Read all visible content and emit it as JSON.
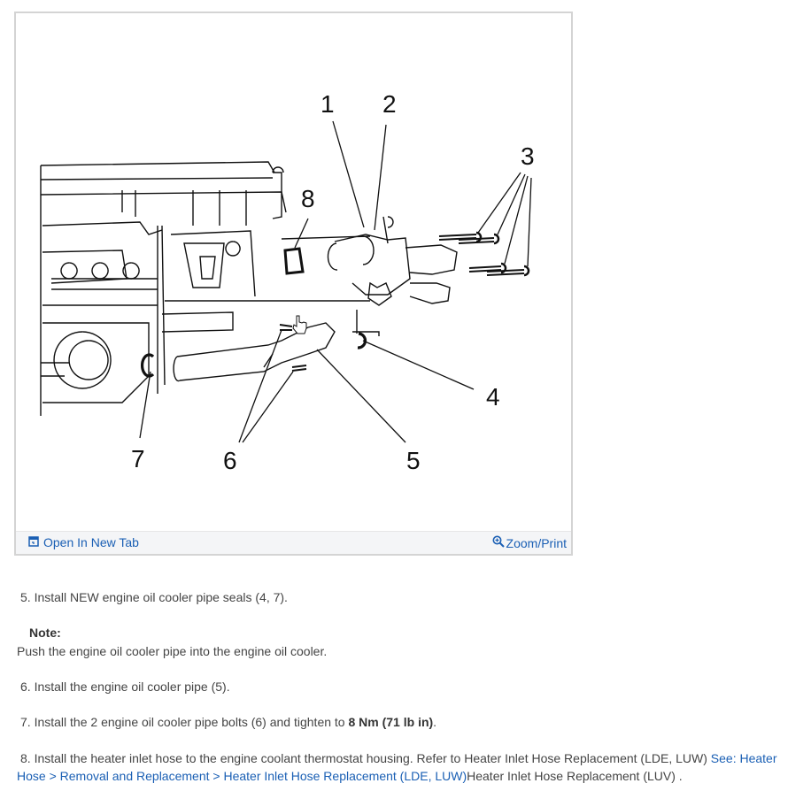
{
  "figure": {
    "callouts": [
      "1",
      "2",
      "3",
      "4",
      "5",
      "6",
      "7",
      "8"
    ],
    "open_tab_label": "Open In New Tab",
    "open_tab_icon": "open-in-new-tab-icon",
    "zoom_label": "Zoom/Print",
    "zoom_icon": "magnifier-plus-icon"
  },
  "steps": {
    "s5": {
      "num": "5.",
      "text": "Install NEW engine oil cooler pipe seals (4, 7)."
    },
    "note_label": "Note:",
    "note_text": "Push the engine oil cooler pipe into the engine oil cooler.",
    "s6": {
      "num": "6.",
      "text": "Install the engine oil cooler pipe (5)."
    },
    "s7": {
      "num": "7.",
      "text_before": "Install the 2 engine oil cooler pipe bolts (6) and tighten to ",
      "torque": "8 Nm (71 lb in)",
      "text_after": "."
    },
    "s8": {
      "num": "8.",
      "text_before": "Install the heater inlet hose to the engine coolant thermostat housing. Refer to Heater Inlet Hose Replacement (LDE, LUW) ",
      "link_line1": "See: Heater",
      "link_line2": "Hose > Removal and Replacement > Heater Inlet Hose Replacement (LDE, LUW)",
      "text_after": "Heater Inlet Hose Replacement (LUV) ."
    }
  },
  "colors": {
    "link": "#1a5fb4",
    "text": "#444444",
    "toolbar_bg": "#f4f5f7",
    "frame_border": "#d4d4d4"
  }
}
